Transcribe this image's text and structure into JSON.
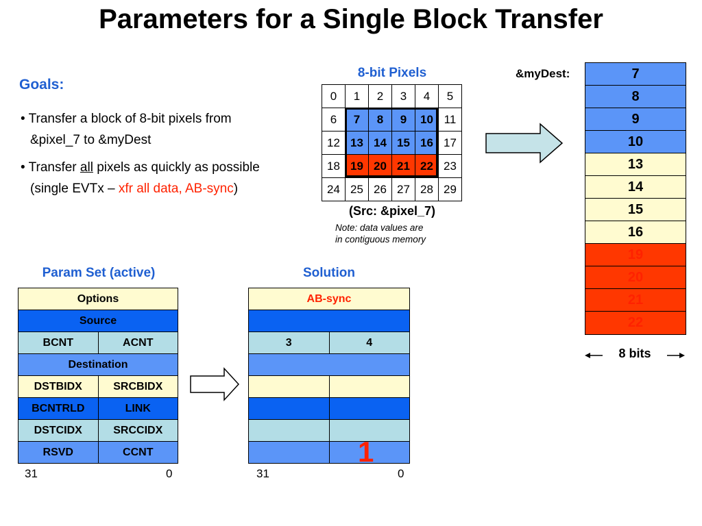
{
  "title": "Parameters for a Single Block Transfer",
  "goals": {
    "heading": "Goals:",
    "bullet1_line1": "• Transfer a block of 8-bit pixels from",
    "bullet1_line2": "&pixel_7 to &myDest",
    "bullet2_pre": "• Transfer ",
    "bullet2_underlined": "all",
    "bullet2_post": " pixels as quickly as possible",
    "bullet2_line2_pre": "(single EVTx – ",
    "bullet2_line2_red": "xfr all data, AB-sync",
    "bullet2_line2_post": ")"
  },
  "pixels": {
    "title": "8-bit Pixels",
    "cells": [
      "0",
      "1",
      "2",
      "3",
      "4",
      "5",
      "6",
      "7",
      "8",
      "9",
      "10",
      "11",
      "12",
      "13",
      "14",
      "15",
      "16",
      "17",
      "18",
      "19",
      "20",
      "21",
      "22",
      "23",
      "24",
      "25",
      "26",
      "27",
      "28",
      "29"
    ],
    "blue_cells": [
      7,
      8,
      9,
      10,
      13,
      14,
      15,
      16
    ],
    "red_cells": [
      19,
      20,
      21,
      22
    ],
    "src_label": "(Src:  &pixel_7)",
    "note_line1": "Note: data values are",
    "note_line2": "in contiguous memory"
  },
  "dest": {
    "label": "&myDest:",
    "cells": [
      {
        "value": "7",
        "color": "blue"
      },
      {
        "value": "8",
        "color": "blue"
      },
      {
        "value": "9",
        "color": "blue"
      },
      {
        "value": "10",
        "color": "blue"
      },
      {
        "value": "13",
        "color": "cream"
      },
      {
        "value": "14",
        "color": "cream"
      },
      {
        "value": "15",
        "color": "cream"
      },
      {
        "value": "16",
        "color": "cream"
      },
      {
        "value": "19",
        "color": "red"
      },
      {
        "value": "20",
        "color": "red"
      },
      {
        "value": "21",
        "color": "red"
      },
      {
        "value": "22",
        "color": "red"
      }
    ],
    "bits_label": "8 bits"
  },
  "param_set": {
    "title": "Param Set (active)",
    "options": "Options",
    "source": "Source",
    "bcnt": "BCNT",
    "acnt": "ACNT",
    "destination": "Destination",
    "dstbidx": "DSTBIDX",
    "srcbidx": "SRCBIDX",
    "bcntrld": "BCNTRLD",
    "link": "LINK",
    "dstcidx": "DSTCIDX",
    "srccidx": "SRCCIDX",
    "rsvd": "RSVD",
    "ccnt": "CCNT",
    "bit_high": "31",
    "bit_low": "0"
  },
  "solution": {
    "title": "Solution",
    "options": "AB-sync",
    "bcnt": "3",
    "acnt": "4",
    "ccnt": "1",
    "bit_high": "31",
    "bit_low": "0"
  },
  "colors": {
    "heading_blue": "#1f5fd1",
    "cell_blue": "#5b95f8",
    "cell_red": "#ff3700",
    "cream": "#fffbd0",
    "dark_blue": "#0a62f2",
    "teal": "#b3dde6",
    "arrow_fill": "#c5e3e8"
  }
}
